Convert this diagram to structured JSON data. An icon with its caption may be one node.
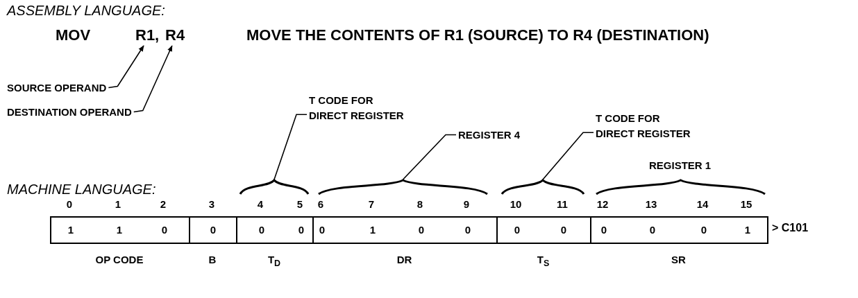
{
  "diagram": {
    "nodes": [
      {
        "text": [
          "R1,"
        ]
      },
      {
        "text": [
          "R4"
        ]
      },
      {
        "text": [
          "SOURCE OPERAND"
        ]
      },
      {
        "text": [
          "DESTINATION OPERAND"
        ]
      },
      {
        "text": [
          "T CODE FOR DIRECT REGISTER"
        ]
      },
      {
        "text": [
          "REGISTER 4"
        ]
      },
      {
        "text": [
          "T CODE FOR DIRECT REGISTER"
        ]
      },
      {
        "text": [],
        "shape": "brace"
      },
      {
        "text": [],
        "shape": "brace"
      },
      {
        "text": [],
        "shape": "brace"
      },
      {
        "text": [],
        "shape": "brace"
      },
      {
        "text": [
          "1",
          "1",
          "0"
        ],
        "beside": [
          "OP CODE"
        ]
      },
      {
        "text": [
          "0"
        ],
        "beside": [
          "B"
        ]
      },
      {
        "text": [
          "0",
          "0"
        ],
        "beside": [
          "T$_{D}$"
        ]
      },
      {
        "text": [
          "0",
          "1",
          "0",
          "0"
        ],
        "beside": [
          "DR"
        ]
      },
      {
        "text": [
          "0",
          "0"
        ],
        "beside": [
          "T$_{S}$"
        ]
      },
      {
        "text": [
          "0",
          "0",
          "0",
          "1"
        ],
        "beside": [
          "SR"
        ]
      }
    ],
    "edges": [
      {
        "from": 2,
        "to": 0,
        "arrow": "to"
      },
      {
        "from": 3,
        "to": 1,
        "arrow": "to"
      },
      {
        "from": 4,
        "to": 7,
        "arrow": "none"
      },
      {
        "from": 5,
        "to": 8,
        "arrow": "none"
      },
      {
        "from": 6,
        "to": 9,
        "arrow": "none"
      }
    ],
    "labels": [
      "ASSEMBLY LANGUAGE:",
      "MOV",
      "MOVE THE CONTENTS OF R1 (SOURCE) TO R4 (DESTINATION)",
      "REGISTER 1",
      "MACHINE LANGUAGE:",
      "0",
      "1",
      "2",
      "3",
      "4",
      "5",
      "6",
      "7",
      "8",
      "9",
      "10",
      "11",
      "12",
      "13",
      "14",
      "15",
      "> C101"
    ]
  }
}
